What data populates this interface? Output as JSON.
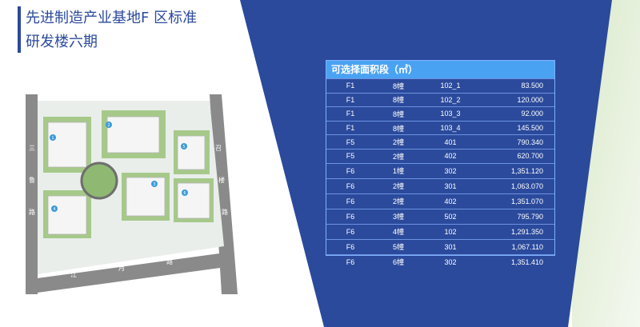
{
  "title": {
    "line1": "先进制造产业基地F 区标准",
    "line2": "研发楼六期"
  },
  "colors": {
    "primary": "#2b4a9c",
    "table_header": "#4aa3f2",
    "accent_green": "#cde4b5"
  },
  "site_plan": {
    "road_left": [
      "三",
      "鲁",
      "路"
    ],
    "road_right": [
      "召",
      "楼",
      "路"
    ],
    "road_bottom": [
      "江",
      "月",
      "路"
    ],
    "building_numbers": [
      "1",
      "2",
      "3",
      "4",
      "5",
      "6"
    ]
  },
  "table": {
    "header": "可选择面积段（㎡）",
    "rows": [
      {
        "zone": "F1",
        "building": "8幢",
        "unit": "102_1",
        "area": "83.500"
      },
      {
        "zone": "F1",
        "building": "8幢",
        "unit": "102_2",
        "area": "120.000"
      },
      {
        "zone": "F1",
        "building": "8幢",
        "unit": "103_3",
        "area": "92.000"
      },
      {
        "zone": "F1",
        "building": "8幢",
        "unit": "103_4",
        "area": "145.500"
      },
      {
        "zone": "F5",
        "building": "2幢",
        "unit": "401",
        "area": "790.340"
      },
      {
        "zone": "F5",
        "building": "2幢",
        "unit": "402",
        "area": "620.700"
      },
      {
        "zone": "F6",
        "building": "1幢",
        "unit": "302",
        "area": "1,351.120"
      },
      {
        "zone": "F6",
        "building": "2幢",
        "unit": "301",
        "area": "1,063.070"
      },
      {
        "zone": "F6",
        "building": "2幢",
        "unit": "402",
        "area": "1,351.070"
      },
      {
        "zone": "F6",
        "building": "3幢",
        "unit": "502",
        "area": "795.790"
      },
      {
        "zone": "F6",
        "building": "4幢",
        "unit": "102",
        "area": "1,291.350"
      },
      {
        "zone": "F6",
        "building": "5幢",
        "unit": "301",
        "area": "1,067.110"
      },
      {
        "zone": "F6",
        "building": "6幢",
        "unit": "302",
        "area": "1,351.410"
      }
    ]
  }
}
